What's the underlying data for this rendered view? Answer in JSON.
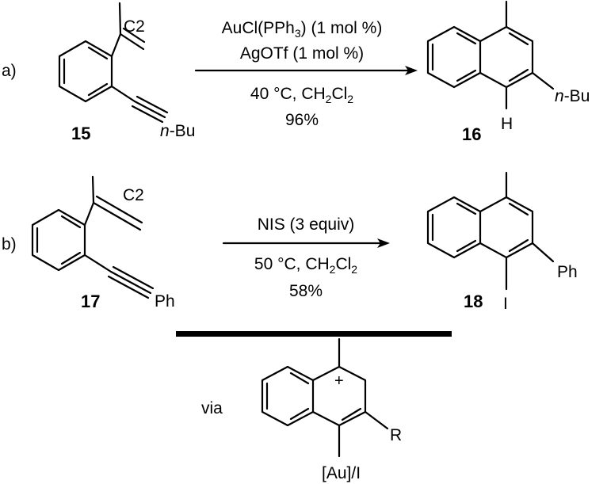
{
  "reaction_a": {
    "label": "a)",
    "reactant_number": "15",
    "product_number": "16",
    "reactant_c2_label": "C2",
    "reactant_substituent": "-Bu",
    "product_substituent": "-Bu",
    "product_h_label": "H",
    "italic_prefix": "n",
    "cond_line1_pre": "AuCl(PPh",
    "cond_line1_sub": "3",
    "cond_line1_post": ") (1 mol %)",
    "cond_line2": "AgOTf (1 mol %)",
    "cond_line3_pre": "40 °C, CH",
    "cond_line3_sub1": "2",
    "cond_line3_mid": "Cl",
    "cond_line3_sub2": "2",
    "cond_line4": "96%"
  },
  "reaction_b": {
    "label": "b)",
    "reactant_number": "17",
    "product_number": "18",
    "reactant_c2_label": "C2",
    "reactant_substituent": "Ph",
    "product_substituent": "Ph",
    "product_i_label": "I",
    "cond_line1": "NIS (3 equiv)",
    "cond_line2_pre": "50 °C, CH",
    "cond_line2_sub1": "2",
    "cond_line2_mid": "Cl",
    "cond_line2_sub2": "2",
    "cond_line3": "58%"
  },
  "intermediate": {
    "via_label": "via",
    "charge": "+",
    "r_label": "R",
    "metal_label": "[Au]/I"
  }
}
